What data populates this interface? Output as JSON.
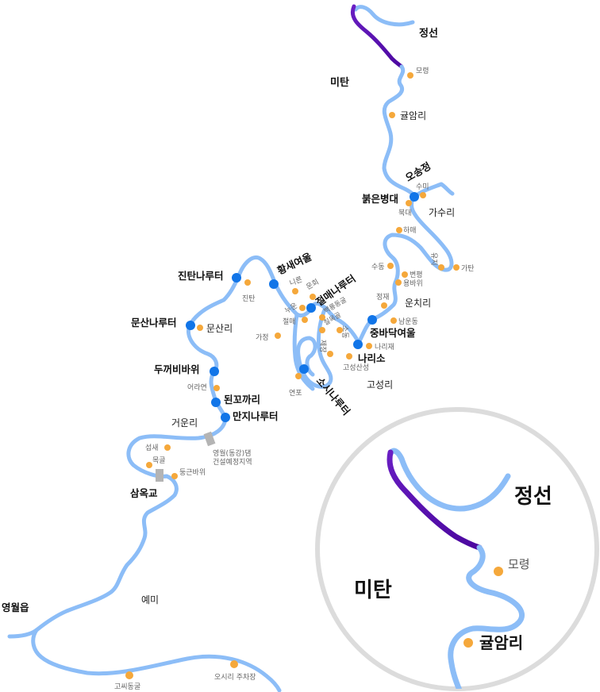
{
  "colors": {
    "river": "#8cbdf7",
    "highlight": "#5a0bb0",
    "dock": "#1175e8",
    "village": "#f5a83b",
    "dam": "#b4b4b4",
    "inset_ring": "#dcdcdc"
  },
  "docks": [
    {
      "name": "오송정"
    },
    {
      "name": "붉은병대"
    },
    {
      "name": "진탄나루터"
    },
    {
      "name": "황새여울"
    },
    {
      "name": "절매나루터"
    },
    {
      "name": "문산나루터"
    },
    {
      "name": "중바닥여울"
    },
    {
      "name": "나리소"
    },
    {
      "name": "두꺼비바위"
    },
    {
      "name": "소시나루터"
    },
    {
      "name": "된꼬까리"
    },
    {
      "name": "만지나루터"
    }
  ],
  "places": [
    {
      "name": "정선"
    },
    {
      "name": "미탄"
    },
    {
      "name": "귤암리"
    },
    {
      "name": "가수리"
    },
    {
      "name": "운치리"
    },
    {
      "name": "문산리"
    },
    {
      "name": "고성리"
    },
    {
      "name": "거운리"
    },
    {
      "name": "삼옥교"
    },
    {
      "name": "영월읍"
    },
    {
      "name": "예미"
    }
  ],
  "villages": [
    {
      "name": "모령"
    },
    {
      "name": "수미"
    },
    {
      "name": "북대"
    },
    {
      "name": "하매"
    },
    {
      "name": "유지"
    },
    {
      "name": "가탄"
    },
    {
      "name": "수동"
    },
    {
      "name": "변평"
    },
    {
      "name": "용바위"
    },
    {
      "name": "정재"
    },
    {
      "name": "남운동"
    },
    {
      "name": "나리재"
    },
    {
      "name": "진탄"
    },
    {
      "name": "니른"
    },
    {
      "name": "운회"
    },
    {
      "name": "누운"
    },
    {
      "name": "절매"
    },
    {
      "name": "백룡동굴"
    },
    {
      "name": "칠목골"
    },
    {
      "name": "소동"
    },
    {
      "name": "제장"
    },
    {
      "name": "고성산성"
    },
    {
      "name": "가정"
    },
    {
      "name": "연포"
    },
    {
      "name": "어라연"
    },
    {
      "name": "섭새"
    },
    {
      "name": "목골"
    },
    {
      "name": "둥근바위"
    },
    {
      "name": "고씨동굴"
    },
    {
      "name": "오시리 주차장"
    }
  ],
  "dam": {
    "label_line1": "영월(동강)댐",
    "label_line2": "건설예정지역"
  },
  "inset": {
    "place1": "정선",
    "place2": "미탄",
    "village1": "모령",
    "village2": "귤암리"
  }
}
